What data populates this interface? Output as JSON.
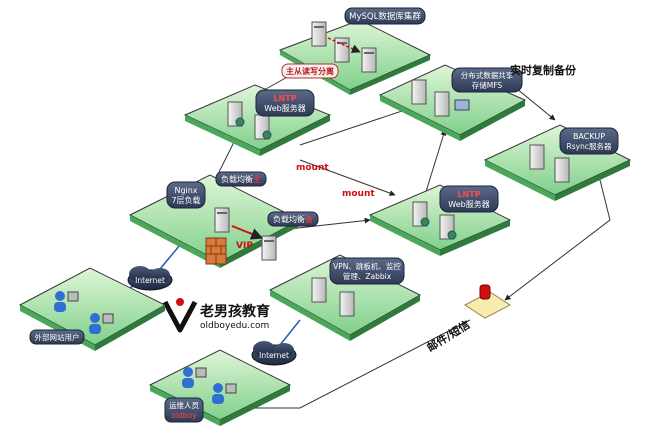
{
  "mysql": {
    "line1": "MySQL数据库集群",
    "line2": "主从读写分离"
  },
  "web_top": {
    "line1": "LNTP",
    "line2": "Web服务器"
  },
  "storage": {
    "line1": "分布式数据共享",
    "line2": "存储MFS"
  },
  "realtime": "实时复制备份",
  "backup": {
    "line1": "BACKUP",
    "line2": "Rsync服务器"
  },
  "mount1": "mount",
  "mount2": "mount",
  "web_mid": {
    "line1": "LNTP",
    "line2": "Web服务器"
  },
  "lb": {
    "nginx1": "Nginx",
    "nginx2": "7层负载",
    "label_master_a": "负载均衡",
    "label_master_b": "主",
    "label_backup_a": "负载均衡",
    "label_backup_b": "备",
    "vip": "VIP"
  },
  "mgmt": {
    "line1": "VPN、跳板机、监控",
    "line2": "管理、Zabbix"
  },
  "internet1": "Internet",
  "internet2": "Internet",
  "logo": {
    "text": "老男孩教育",
    "url": "oldboyedu.com"
  },
  "users": {
    "label": "外部网站用户"
  },
  "ops": {
    "line1": "运维人员",
    "line2": "oldboy"
  },
  "alert": "邮件/短信"
}
